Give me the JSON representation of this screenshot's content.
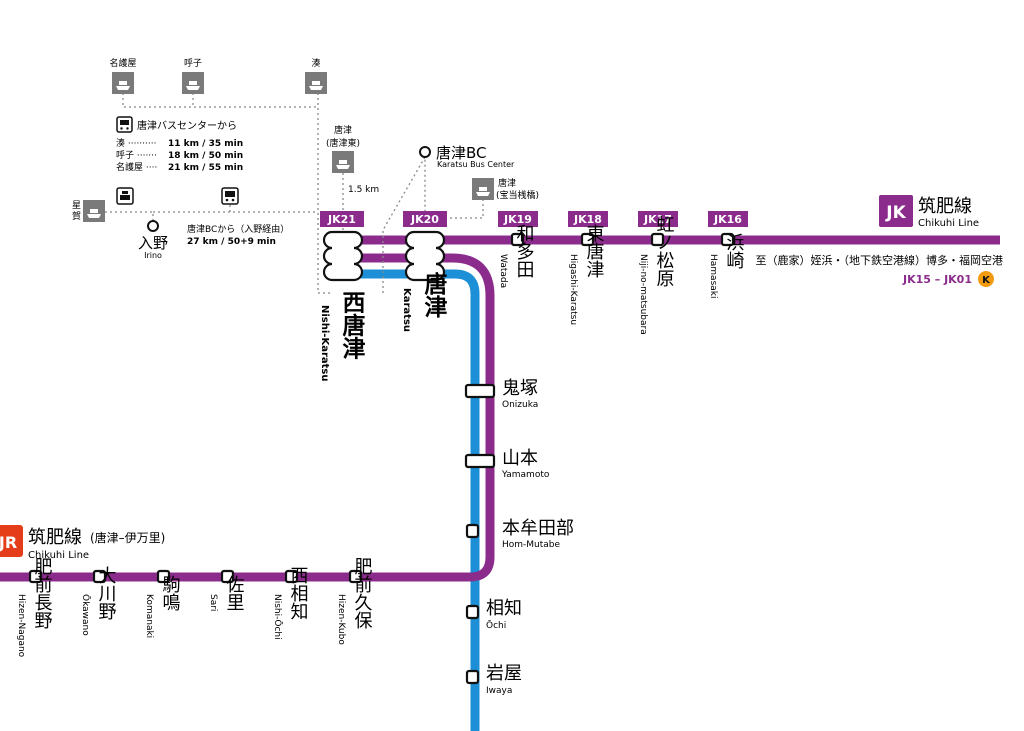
{
  "colors": {
    "chikuhi_line": "#8b2c8c",
    "karatsu_line": "#1d8fd6",
    "jr_badge": "#e53d19",
    "subway_k": "#f29a10",
    "ferry_gray": "#7a7a7a",
    "text": "#111111"
  },
  "chikuhi_header": {
    "badge": "JK",
    "name_ja": "筑肥線",
    "name_en": "Chikuhi Line",
    "direction_note": "至（鹿家）姪浜・（地下鉄空港線）博多・福岡空港",
    "range": "JK15 – JK01",
    "subway_badge": "K"
  },
  "west_header": {
    "badge": "JR",
    "name_ja": "筑肥線",
    "name_note": "(唐津–伊万里)",
    "name_en": "Chikuhi Line"
  },
  "stations": [
    {
      "code": "JK21",
      "ja": "西唐津",
      "en": "Nishi-Karatsu"
    },
    {
      "code": "JK20",
      "ja": "唐津",
      "en": "Karatsu"
    },
    {
      "code": "JK19",
      "ja": "和多田",
      "en": "Watada"
    },
    {
      "code": "JK18",
      "ja": "東唐津",
      "en": "Higashi-Karatsu"
    },
    {
      "code": "JK17",
      "ja": "虹ノ松原",
      "en": "Niji-no-matsubara"
    },
    {
      "code": "JK16",
      "ja": "浜崎",
      "en": "Hamasaki"
    },
    {
      "code": "",
      "ja": "鬼塚",
      "en": "Onizuka"
    },
    {
      "code": "",
      "ja": "山本",
      "en": "Yamamoto"
    },
    {
      "code": "",
      "ja": "本牟田部",
      "en": "Hom-Mutabe"
    },
    {
      "code": "",
      "ja": "相知",
      "en": "Ōchi"
    },
    {
      "code": "",
      "ja": "岩屋",
      "en": "Iwaya"
    },
    {
      "code": "",
      "ja": "肥前長野",
      "en": "Hizen-Nagano"
    },
    {
      "code": "",
      "ja": "大川野",
      "en": "Ōkawano"
    },
    {
      "code": "",
      "ja": "駒鳴",
      "en": "Komanaki"
    },
    {
      "code": "",
      "ja": "佐里",
      "en": "Sari"
    },
    {
      "code": "",
      "ja": "西相知",
      "en": "Nishi-Ōchi"
    },
    {
      "code": "",
      "ja": "肥前久保",
      "en": "Hizen-Kubo"
    }
  ],
  "ferries": {
    "nagoya": "名護屋",
    "yobuko": "呼子",
    "minato": "湊",
    "karatsu_east": "唐津",
    "karatsu_east_note": "(唐津東)",
    "karatsu_pier": "唐津",
    "karatsu_pier_note": "(宝当桟橋)",
    "madara_1": "星",
    "madara_2": "賀",
    "ferry_distance": "1.5 km"
  },
  "bus_center": {
    "ja": "唐津BC",
    "en": "Karatsu Bus Center"
  },
  "bus_info": {
    "title": "唐津バスセンターから",
    "rows": [
      {
        "dest": "湊 ··········",
        "value": "11 km / 35 min"
      },
      {
        "dest": "呼子 ·······",
        "value": "18 km / 50 min"
      },
      {
        "dest": "名護屋 ····",
        "value": "21 km / 55 min"
      }
    ]
  },
  "irino": {
    "ja": "入野",
    "en": "Irino",
    "route_title": "唐津BCから（入野経由）",
    "route_value": "27 km / 50+9 min"
  },
  "icons": [
    "ferry-icon",
    "bus-icon",
    "taxi-icon",
    "subway-k-icon",
    "jr-icon"
  ]
}
